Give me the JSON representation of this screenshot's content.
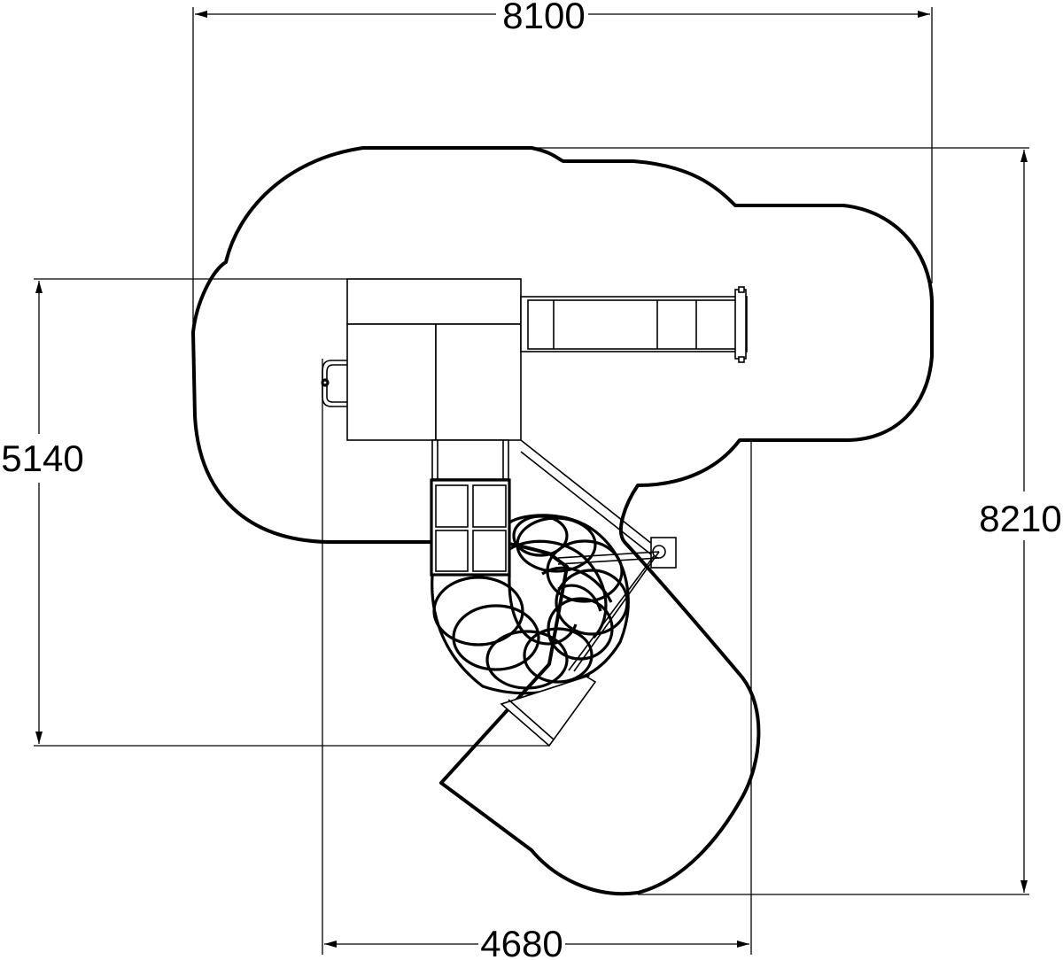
{
  "dimensions": {
    "top_width": "8100",
    "left_height": "5140",
    "right_height": "8210",
    "bottom_width": "4680"
  },
  "colors": {
    "line": "#000000",
    "background": "#ffffff"
  }
}
